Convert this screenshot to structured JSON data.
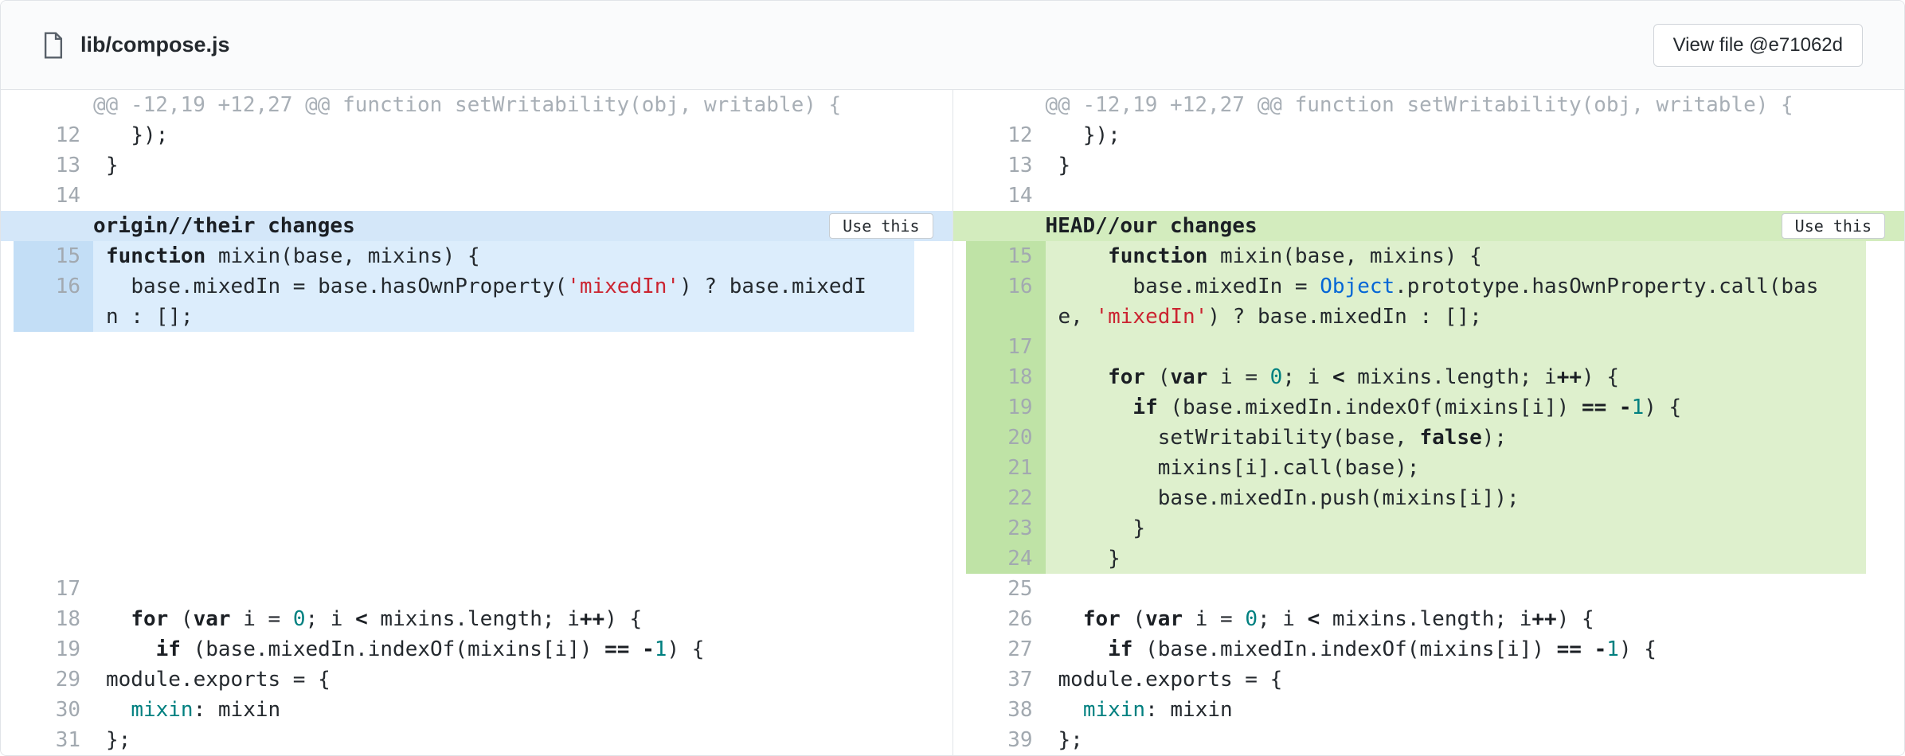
{
  "colors": {
    "border": "#e1e4e8",
    "code_text": "#24292e",
    "line_number": "#a2a9b0",
    "hunk_text": "#a8afb6",
    "keyword": "#1b1f24",
    "string": "#cb2431",
    "number": "#008080",
    "builtin": "#0366d6",
    "property": "#008080",
    "theirs_row": "#dcedfc",
    "theirs_gutter": "#c3def6",
    "theirs_header": "#d4e7f9",
    "ours_row": "#def0cd",
    "ours_gutter": "#bfe3a6",
    "ours_header": "#d3ecbe"
  },
  "header": {
    "file_name": "lib/compose.js",
    "view_file_button": "View file @e71062d"
  },
  "left_pane": {
    "variant": "theirs",
    "label": "origin//their changes",
    "use_this_label": "Use this",
    "rows": [
      {
        "type": "hunk",
        "segs": [
          [
            "@@ -12,19 +12,27 @@ function setWritability(obj, writable) {",
            ""
          ]
        ]
      },
      {
        "num": "12",
        "segs": [
          [
            "  });",
            ""
          ]
        ]
      },
      {
        "num": "13",
        "segs": [
          [
            "}",
            ""
          ]
        ]
      },
      {
        "num": "14",
        "segs": []
      },
      {
        "type": "conflict-header"
      },
      {
        "num": "15",
        "hl": true,
        "segs": [
          [
            "function",
            "k"
          ],
          [
            " mixin(base, mixins) {",
            ""
          ]
        ]
      },
      {
        "num": "16",
        "hl": true,
        "segs": [
          [
            "  base.mixedIn = base.hasOwnProperty(",
            ""
          ],
          [
            "'mixedIn'",
            "s"
          ],
          [
            ") ? base.mixedIn : [];",
            ""
          ]
        ]
      },
      {
        "type": "spacer",
        "span": 8
      },
      {
        "num": "17",
        "segs": []
      },
      {
        "num": "18",
        "segs": [
          [
            "  ",
            ""
          ],
          [
            "for",
            "k"
          ],
          [
            " (",
            ""
          ],
          [
            "var",
            "k"
          ],
          [
            " i = ",
            ""
          ],
          [
            "0",
            "n"
          ],
          [
            "; i ",
            ""
          ],
          [
            "<",
            "k"
          ],
          [
            " mixins.length; i",
            ""
          ],
          [
            "++",
            "k"
          ],
          [
            ") {",
            ""
          ]
        ]
      },
      {
        "num": "19",
        "segs": [
          [
            "    ",
            ""
          ],
          [
            "if",
            "k"
          ],
          [
            " (base.mixedIn.indexOf(mixins[i]) ",
            ""
          ],
          [
            "==",
            "k"
          ],
          [
            " ",
            ""
          ],
          [
            "-",
            "k"
          ],
          [
            "1",
            "n"
          ],
          [
            ") {",
            ""
          ]
        ]
      },
      {
        "num": "29",
        "segs": [
          [
            "module.exports = {",
            ""
          ]
        ]
      },
      {
        "num": "30",
        "segs": [
          [
            "  ",
            ""
          ],
          [
            "mixin",
            "p"
          ],
          [
            ": mixin",
            ""
          ]
        ]
      },
      {
        "num": "31",
        "segs": [
          [
            "};",
            ""
          ]
        ]
      }
    ]
  },
  "right_pane": {
    "variant": "ours",
    "label": "HEAD//our changes",
    "use_this_label": "Use this",
    "rows": [
      {
        "type": "hunk",
        "segs": [
          [
            "@@ -12,19 +12,27 @@ function setWritability(obj, writable) {",
            ""
          ]
        ]
      },
      {
        "num": "12",
        "segs": [
          [
            "  });",
            ""
          ]
        ]
      },
      {
        "num": "13",
        "segs": [
          [
            "}",
            ""
          ]
        ]
      },
      {
        "num": "14",
        "segs": []
      },
      {
        "type": "conflict-header"
      },
      {
        "num": "15",
        "hl": true,
        "segs": [
          [
            "    ",
            ""
          ],
          [
            "function",
            "k"
          ],
          [
            " mixin(base, mixins) {",
            ""
          ]
        ]
      },
      {
        "num": "16",
        "hl": true,
        "segs": [
          [
            "      base.mixedIn = ",
            ""
          ],
          [
            "Object",
            "b"
          ],
          [
            ".prototype.hasOwnProperty.call(base, ",
            ""
          ],
          [
            "'mixedIn'",
            "s"
          ],
          [
            ") ? base.mixedIn : [];",
            ""
          ]
        ]
      },
      {
        "num": "17",
        "hl": true,
        "segs": []
      },
      {
        "num": "18",
        "hl": true,
        "segs": [
          [
            "    ",
            ""
          ],
          [
            "for",
            "k"
          ],
          [
            " (",
            ""
          ],
          [
            "var",
            "k"
          ],
          [
            " i = ",
            ""
          ],
          [
            "0",
            "n"
          ],
          [
            "; i ",
            ""
          ],
          [
            "<",
            "k"
          ],
          [
            " mixins.length; i",
            ""
          ],
          [
            "++",
            "k"
          ],
          [
            ") {",
            ""
          ]
        ]
      },
      {
        "num": "19",
        "hl": true,
        "segs": [
          [
            "      ",
            ""
          ],
          [
            "if",
            "k"
          ],
          [
            " (base.mixedIn.indexOf(mixins[i]) ",
            ""
          ],
          [
            "==",
            "k"
          ],
          [
            " ",
            ""
          ],
          [
            "-",
            "k"
          ],
          [
            "1",
            "n"
          ],
          [
            ") {",
            ""
          ]
        ]
      },
      {
        "num": "20",
        "hl": true,
        "segs": [
          [
            "        setWritability(base, ",
            ""
          ],
          [
            "false",
            "k"
          ],
          [
            ");",
            ""
          ]
        ]
      },
      {
        "num": "21",
        "hl": true,
        "segs": [
          [
            "        mixins[i].call(base);",
            ""
          ]
        ]
      },
      {
        "num": "22",
        "hl": true,
        "segs": [
          [
            "        base.mixedIn.push(mixins[i]);",
            ""
          ]
        ]
      },
      {
        "num": "23",
        "hl": true,
        "segs": [
          [
            "      }",
            ""
          ]
        ]
      },
      {
        "num": "24",
        "hl": true,
        "segs": [
          [
            "    }",
            ""
          ]
        ]
      },
      {
        "num": "25",
        "segs": []
      },
      {
        "num": "26",
        "segs": [
          [
            "  ",
            ""
          ],
          [
            "for",
            "k"
          ],
          [
            " (",
            ""
          ],
          [
            "var",
            "k"
          ],
          [
            " i = ",
            ""
          ],
          [
            "0",
            "n"
          ],
          [
            "; i ",
            ""
          ],
          [
            "<",
            "k"
          ],
          [
            " mixins.length; i",
            ""
          ],
          [
            "++",
            "k"
          ],
          [
            ") {",
            ""
          ]
        ]
      },
      {
        "num": "27",
        "segs": [
          [
            "    ",
            ""
          ],
          [
            "if",
            "k"
          ],
          [
            " (base.mixedIn.indexOf(mixins[i]) ",
            ""
          ],
          [
            "==",
            "k"
          ],
          [
            " ",
            ""
          ],
          [
            "-",
            "k"
          ],
          [
            "1",
            "n"
          ],
          [
            ") {",
            ""
          ]
        ]
      },
      {
        "num": "37",
        "segs": [
          [
            "module.exports = {",
            ""
          ]
        ]
      },
      {
        "num": "38",
        "segs": [
          [
            "  ",
            ""
          ],
          [
            "mixin",
            "p"
          ],
          [
            ": mixin",
            ""
          ]
        ]
      },
      {
        "num": "39",
        "segs": [
          [
            "};",
            ""
          ]
        ]
      }
    ]
  }
}
